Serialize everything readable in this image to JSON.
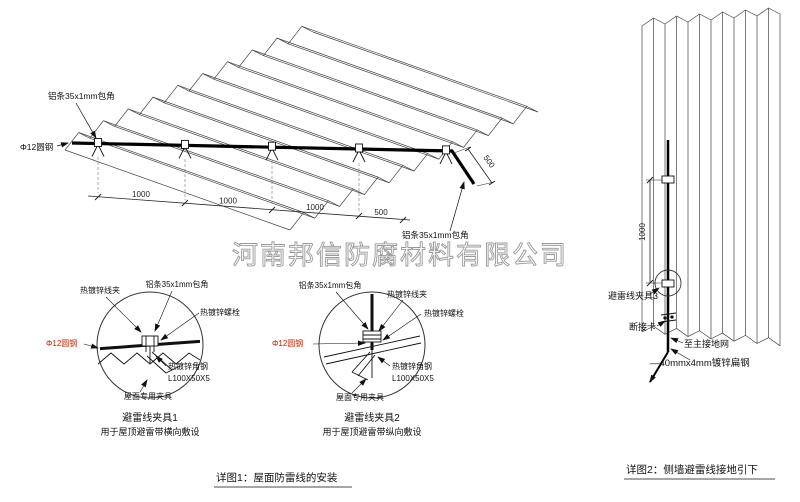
{
  "watermark": "河南邦信防腐材料有限公司",
  "roof": {
    "label_strip_top": "铝条35x1mm包角",
    "label_round_steel": "Φ12圆钢",
    "label_strip_right": "铝条35x1mm包角",
    "dims_bottom": [
      "1000",
      "1000",
      "1000",
      "500"
    ],
    "dim_right": "500"
  },
  "detail1": {
    "label_wire_clip": "热镀锌线夹",
    "label_strip": "铝条35x1mm包角",
    "label_bolt": "热镀锌螺栓",
    "label_round_steel": "Φ12圆钢",
    "label_angle_steel": "热镀锌角钢",
    "label_angle_spec": "L100X50X5",
    "label_roof_fixture": "屋面专用夹具",
    "title": "避雷线夹具1",
    "subtitle": "用于屋顶避雷带横向敷设"
  },
  "detail2": {
    "label_strip": "铝条35x1mm包角",
    "label_wire_clip": "热镀锌线夹",
    "label_bolt": "热镀锌螺栓",
    "label_round_steel": "Φ12圆钢",
    "label_angle_steel": "热镀锌角钢",
    "label_angle_spec": "L100X50X5",
    "label_roof_fixture": "屋面专用夹具",
    "title": "避雷线夹具2",
    "subtitle": "用于屋顶避雷带纵向敷设"
  },
  "wall": {
    "dim_vertical": "1000",
    "label_clamp3": "避雷线夹具3",
    "label_disconnect": "断接卡",
    "label_to_ground": "至主接地网",
    "label_flat_steel": "—40mmx4mm镀锌扁钢"
  },
  "captions": {
    "fig1": "详图1：屋面防雷线的安装",
    "fig2": "详图2：侧墙避雷线接地引下"
  },
  "colors": {
    "line": "#1a1a1a",
    "accent_red": "#cc2200",
    "watermark": "#8f8f8f"
  }
}
